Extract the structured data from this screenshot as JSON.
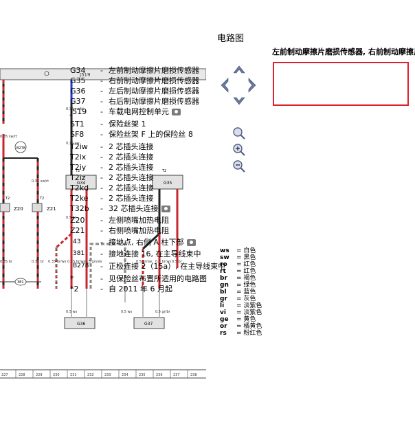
{
  "panel": {
    "title": "电路图",
    "description": "左前制动摩擦片磨损传感器, 右前制动摩擦片磨损传感器, 车载电网控制单元, 左侧喷嘴加热电阻"
  },
  "legend": [
    {
      "code": "G34",
      "desc": "左前制动摩擦片磨损传感器",
      "camera": false,
      "small": false
    },
    {
      "code": "G35",
      "desc": "右前制动摩擦片磨损传感器",
      "camera": false,
      "small": false
    },
    {
      "code": "G36",
      "desc": "左后制动摩擦片磨损传感器",
      "camera": false,
      "small": false
    },
    {
      "code": "G37",
      "desc": "右后制动摩擦片磨损传感器",
      "camera": false,
      "small": false
    },
    {
      "code": "J519",
      "desc": "车载电网控制单元",
      "camera": true,
      "small": false
    },
    {
      "code": "ST1",
      "desc": "保险丝架 1",
      "camera": false,
      "small": false
    },
    {
      "code": "SF8",
      "desc": "保险丝架 F 上的保险丝 8",
      "camera": false,
      "small": false
    },
    {
      "code": "T2iw",
      "desc": "2 芯插头连接",
      "camera": false,
      "small": false
    },
    {
      "code": "T2ix",
      "desc": "2 芯插头连接",
      "camera": false,
      "small": false
    },
    {
      "code": "T2iy",
      "desc": "2 芯插头连接",
      "camera": false,
      "small": false
    },
    {
      "code": "T2iz",
      "desc": "2 芯插头连接",
      "camera": false,
      "small": false
    },
    {
      "code": "T2kd",
      "desc": "2 芯插头连接",
      "camera": false,
      "small": false
    },
    {
      "code": "T2ke",
      "desc": "2 芯插头连接",
      "camera": false,
      "small": false
    },
    {
      "code": "T32b",
      "desc": "32 芯插头连接",
      "camera": true,
      "small": false
    },
    {
      "code": "Z20",
      "desc": "左侧喷嘴加热电阻",
      "camera": false,
      "small": false
    },
    {
      "code": "Z21",
      "desc": "右侧喷嘴加热电阻",
      "camera": false,
      "small": false
    },
    {
      "code": "43",
      "desc": "接地点, 右侧 A 柱下部",
      "camera": true,
      "small": true
    },
    {
      "code": "381",
      "desc": "接地连接 16, 在主导线束中",
      "camera": false,
      "small": true
    },
    {
      "code": "B278",
      "desc": "正极连接 2（15a）, 在主导线束中",
      "camera": false,
      "small": true
    },
    {
      "code": "*",
      "desc": "见保险丝布置所适用的电路图",
      "camera": false,
      "small": false
    },
    {
      "code": "*2",
      "desc": "自 2011 年 6 月起",
      "camera": false,
      "small": false
    }
  ],
  "dash": "-",
  "wire_colors": [
    {
      "code": "ws",
      "name": "白色"
    },
    {
      "code": "sw",
      "name": "黑色"
    },
    {
      "code": "ro",
      "name": "红色"
    },
    {
      "code": "rt",
      "name": "红色"
    },
    {
      "code": "br",
      "name": "褐色"
    },
    {
      "code": "gn",
      "name": "绿色"
    },
    {
      "code": "bl",
      "name": "蓝色"
    },
    {
      "code": "gr",
      "name": "灰色"
    },
    {
      "code": "li",
      "name": "淡紫色"
    },
    {
      "code": "vi",
      "name": "淡紫色"
    },
    {
      "code": "ge",
      "name": "黄色"
    },
    {
      "code": "or",
      "name": "橘黄色"
    },
    {
      "code": "rs",
      "name": "粉红色"
    }
  ],
  "colors": {
    "red_wire": "#c8262b",
    "brown_wire": "#7a4a2a",
    "blue_wire": "#1e3cc8",
    "grey_wire": "#9a9a9a",
    "highlight": "#e0202c"
  },
  "diagram": {
    "j519_label": "J519",
    "g34_label": "G34",
    "g35_label": "G35",
    "g36_label": "G36",
    "g37_label": "G37",
    "z20_label": "Z20",
    "z21_label": "Z21",
    "b278_label": "B278",
    "ground_label": "381",
    "pin_label": "T2",
    "bottom_numbers": [
      "227",
      "228",
      "229",
      "230",
      "231",
      "232",
      "233",
      "234",
      "235",
      "236",
      "237",
      "238"
    ],
    "wire_labels": [
      "0.35 sw/bl",
      "0.35 sw",
      "0.5 br",
      "0.5 ws",
      "0.35 sw/rt",
      "0.35 sw/rt",
      "0.35 br",
      "0.35 br",
      "0.35 br/ws",
      "0.35 br/ws",
      "0.5 gn/sw",
      "0.5 ws",
      "0.5 gr/sw",
      "0.5 gr/br",
      "0.5 br/ws",
      "0.5 br"
    ]
  },
  "icons": [
    "nav-up-icon",
    "nav-left-icon",
    "nav-right-icon",
    "nav-down-icon",
    "zoom-fit-icon",
    "zoom-in-icon",
    "zoom-out-icon",
    "camera-icon"
  ]
}
